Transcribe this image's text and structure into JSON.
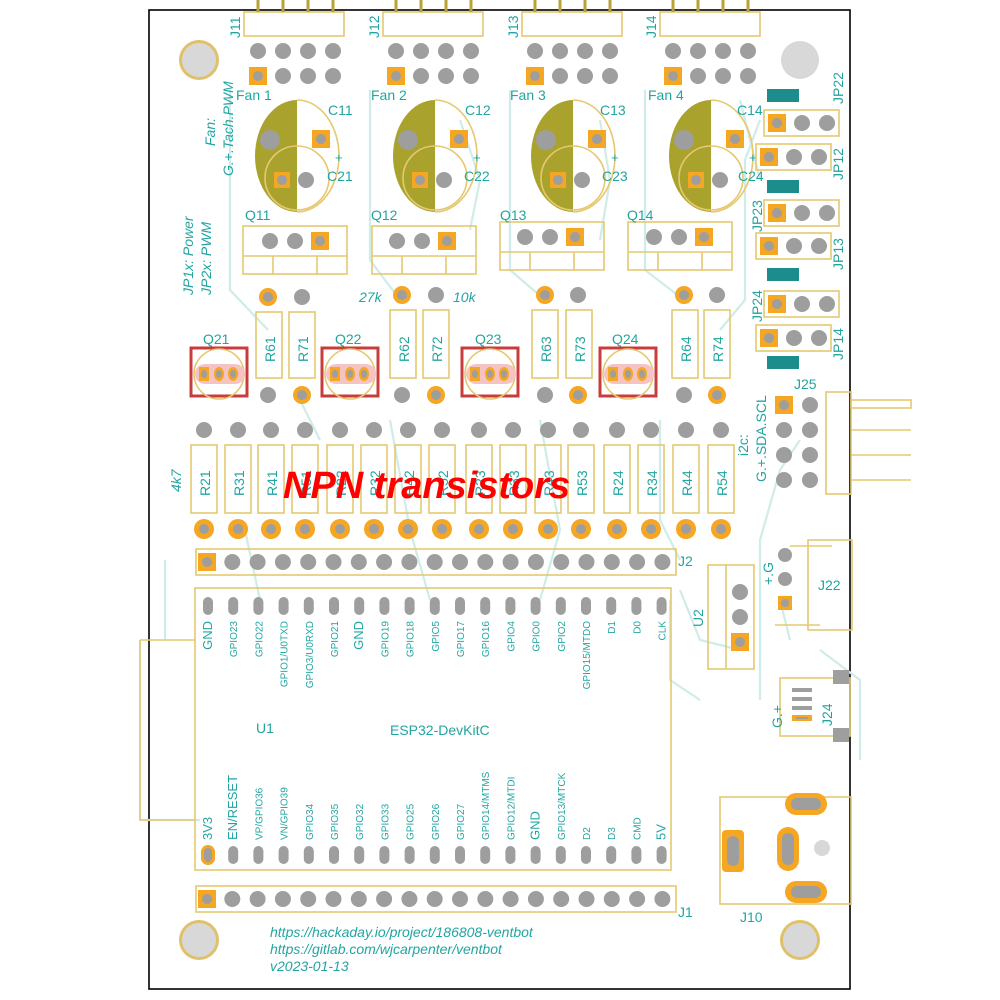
{
  "banner": "NPN transistors",
  "connectors": {
    "fan_headers": [
      "J11",
      "J12",
      "J13",
      "J14"
    ],
    "fan_labels": [
      "Fan 1",
      "Fan 2",
      "Fan 3",
      "Fan 4"
    ],
    "fan_note_line1": "Fan:",
    "fan_note_line2": "G.+.Tach.PWM",
    "power_note_line1": "JP1x: Power",
    "power_note_line2": "JP2x: PWM",
    "jumpers_right": [
      "JP22",
      "JP12",
      "JP23",
      "JP13",
      "JP24",
      "JP14"
    ],
    "j25": "J25",
    "i2c_line1": "i2c:",
    "i2c_line2": "G.+.SDA.SCL",
    "j22": "J22",
    "j22_pins": "+.G",
    "j24": "J24",
    "j24_pins": "G.+",
    "j10": "J10",
    "j1": "J1",
    "j2": "J2",
    "u2": "U2"
  },
  "capacitors": {
    "big": [
      "C11",
      "C12",
      "C13",
      "C14"
    ],
    "small": [
      "C21",
      "C22",
      "C23",
      "C24"
    ]
  },
  "transistors": {
    "power": [
      "Q11",
      "Q12",
      "Q13",
      "Q14"
    ],
    "small": [
      "Q21",
      "Q22",
      "Q23",
      "Q24"
    ]
  },
  "resistors": {
    "upper": [
      "R61",
      "R71",
      "R62",
      "R72",
      "R63",
      "R73",
      "R64",
      "R74"
    ],
    "upper_values": [
      "27k",
      "10k"
    ],
    "lower": [
      "R21",
      "R31",
      "R41",
      "R51",
      "R22",
      "R32",
      "R42",
      "R52",
      "R23",
      "R33",
      "R43",
      "R53",
      "R24",
      "R34",
      "R44",
      "R54"
    ],
    "lower_value": "4k7"
  },
  "module": {
    "ref": "U1",
    "name": "ESP32-DevKitC",
    "top_pins": [
      "GND",
      "GPIO23",
      "GPIO22",
      "GPIO1/U0TXD",
      "GPIO3/U0RXD",
      "GPIO21",
      "GND",
      "GPIO19",
      "GPIO18",
      "GPIO5",
      "GPIO17",
      "GPIO16",
      "GPIO4",
      "GPIO0",
      "GPIO2",
      "GPIO15/MTDO",
      "D1",
      "D0",
      "CLK"
    ],
    "bottom_pins": [
      "3V3",
      "EN/RESET",
      "VP/GPIO36",
      "VN/GPIO39",
      "GPIO34",
      "GPIO35",
      "GPIO32",
      "GPIO33",
      "GPIO25",
      "GPIO26",
      "GPIO27",
      "GPIO14/MTMS",
      "GPIO12/MTDI",
      "GND",
      "GPIO13/MTCK",
      "D2",
      "D3",
      "CMD",
      "5V"
    ]
  },
  "footer": {
    "line1": "https://hackaday.io/project/186808-ventbot",
    "line2": "https://gitlab.com/wjcarpenter/ventbot",
    "line3": "v2023-01-13"
  },
  "colors": {
    "silkscreen": "#22a5a1",
    "pad_copper": "#f5a623",
    "pad_hole": "#9e9e9e",
    "component_outline": "#e5c870",
    "capacitor_fill": "#a9a22d",
    "transistor_red": "#c83c3c",
    "banner_red": "#ff0000",
    "jumper_solder": "#1d8c8c"
  }
}
